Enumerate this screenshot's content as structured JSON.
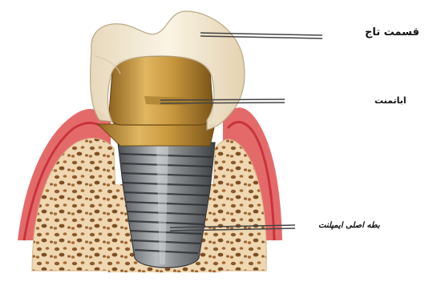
{
  "labels": {
    "crown": "قسمت تاج",
    "abutment": "اباتمنت",
    "implant_body": "بطه اصلی ایمپلنت"
  },
  "colors": {
    "background": "#ffffff",
    "gum": "#e46a6a",
    "gum_dark": "#c8343b",
    "bone": "#efd7b1",
    "bone_spot": "#8a5a2b",
    "crown": "#f6ecd6",
    "abutment_gold": "#c9993f",
    "implant_metal": "#8a8d90",
    "pointer_line": "#444444"
  }
}
